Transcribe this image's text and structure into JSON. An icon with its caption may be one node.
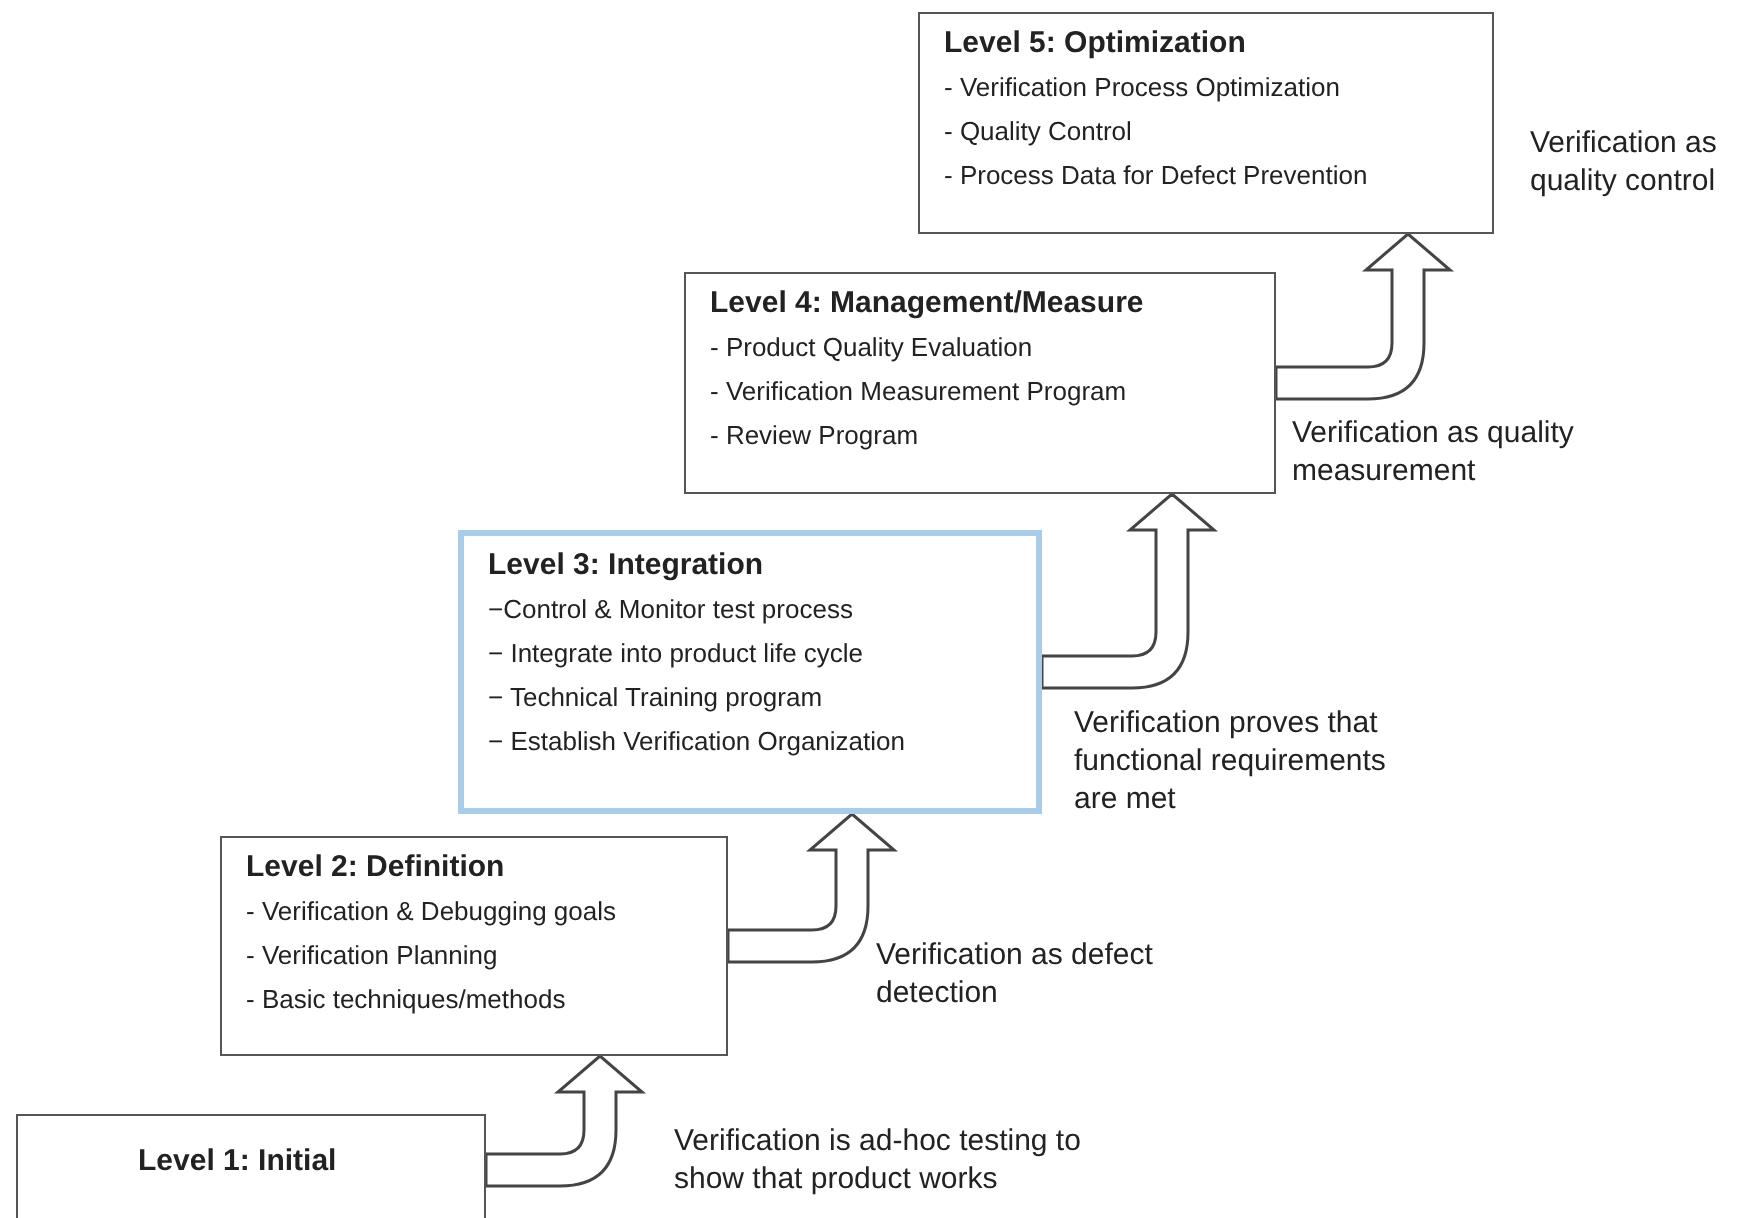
{
  "diagram": {
    "nodes": [
      {
        "text": [
          "Level 1: Initial"
        ]
      },
      {
        "text": [
          "Level 2: Definition",
          "- Verification & Debugging goals",
          "- Verification Planning",
          "- Basic techniques/methods"
        ]
      },
      {
        "text": [
          "Level 3: Integration",
          "−Control & Monitor test process",
          "− Integrate into product life cycle",
          "− Technical Training program",
          "− Establish Verification Organization"
        ]
      },
      {
        "text": [
          "Level 4: Management/Measure",
          "- Product Quality Evaluation",
          "- Verification Measurement Program",
          "- Review Program"
        ]
      },
      {
        "text": [
          "Level 5: Optimization",
          "- Verification Process Optimization",
          "- Quality Control",
          "- Process Data for Defect Prevention"
        ]
      }
    ],
    "edges": [
      {
        "from": 0,
        "to": 1,
        "arrow": "to"
      },
      {
        "from": 1,
        "to": 2,
        "arrow": "to"
      },
      {
        "from": 2,
        "to": 3,
        "arrow": "to"
      },
      {
        "from": 3,
        "to": 4,
        "arrow": "to"
      }
    ],
    "labels": [
      "Verification as quality control",
      "Verification as quality measurement",
      "Verification proves that functional requirements are met",
      "Verification as defect detection",
      "Verification is ad-hoc testing to show that product works"
    ]
  }
}
